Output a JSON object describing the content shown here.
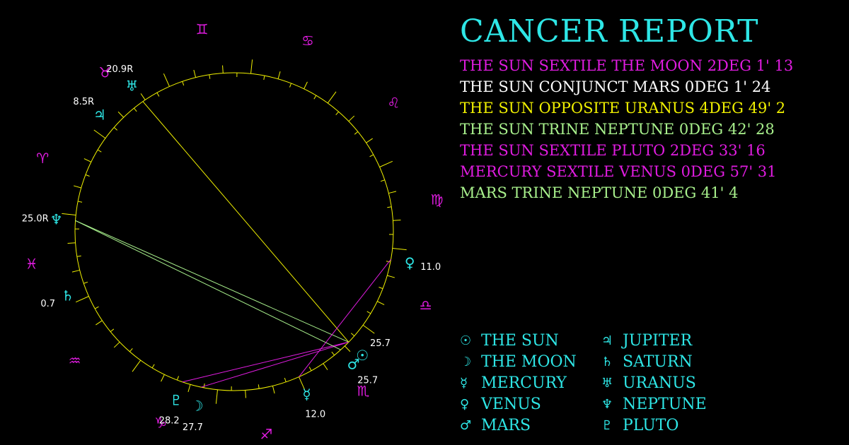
{
  "report_title": "CANCER REPORT",
  "aspects": [
    {
      "text": "THE SUN SEXTILE THE MOON 2DEG 1' 13",
      "color": "#e01ce0"
    },
    {
      "text": "THE SUN CONJUNCT MARS 0DEG 1' 24",
      "color": "#ffffff"
    },
    {
      "text": "THE SUN OPPOSITE URANUS 4DEG 49' 2",
      "color": "#f0f000"
    },
    {
      "text": "THE SUN TRINE NEPTUNE 0DEG 42' 28",
      "color": "#a8f08c"
    },
    {
      "text": "THE SUN SEXTILE PLUTO 2DEG 33' 16",
      "color": "#e01ce0"
    },
    {
      "text": "MERCURY SEXTILE VENUS 0DEG 57' 31",
      "color": "#e01ce0"
    },
    {
      "text": "MARS TRINE NEPTUNE 0DEG 41' 4",
      "color": "#a8f08c"
    }
  ],
  "legend": [
    {
      "symbol": "☉",
      "name": "THE SUN",
      "icon": "sun-icon"
    },
    {
      "symbol": "☽",
      "name": "THE MOON",
      "icon": "moon-icon"
    },
    {
      "symbol": "☿",
      "name": "MERCURY",
      "icon": "mercury-icon"
    },
    {
      "symbol": "♀",
      "name": "VENUS",
      "icon": "venus-icon"
    },
    {
      "symbol": "♂",
      "name": "MARS",
      "icon": "mars-icon"
    },
    {
      "symbol": "♃",
      "name": "JUPITER",
      "icon": "jupiter-icon"
    },
    {
      "symbol": "♄",
      "name": "SATURN",
      "icon": "saturn-icon"
    },
    {
      "symbol": "♅",
      "name": "URANUS",
      "icon": "uranus-icon"
    },
    {
      "symbol": "♆",
      "name": "NEPTUNE",
      "icon": "neptune-icon"
    },
    {
      "symbol": "♇",
      "name": "PLUTO",
      "icon": "pluto-icon"
    }
  ],
  "colors": {
    "background": "#000000",
    "wheel": "#f0f000",
    "planet_glyph": "#2ee6e6",
    "sign_glyph": "#e01ce0",
    "degree_label": "#ffffff"
  },
  "zodiac": [
    {
      "symbol": "♈",
      "name": "aries",
      "longitude": 0
    },
    {
      "symbol": "♉",
      "name": "taurus",
      "longitude": 30
    },
    {
      "symbol": "♊",
      "name": "gemini",
      "longitude": 60
    },
    {
      "symbol": "♋",
      "name": "cancer",
      "longitude": 90
    },
    {
      "symbol": "♌",
      "name": "leo",
      "longitude": 120
    },
    {
      "symbol": "♍",
      "name": "virgo",
      "longitude": 150
    },
    {
      "symbol": "♎",
      "name": "libra",
      "longitude": 180
    },
    {
      "symbol": "♏",
      "name": "scorpio",
      "longitude": 210
    },
    {
      "symbol": "♐",
      "name": "sagittarius",
      "longitude": 240
    },
    {
      "symbol": "♑",
      "name": "capricorn",
      "longitude": 270
    },
    {
      "symbol": "♒",
      "name": "aquarius",
      "longitude": 300
    },
    {
      "symbol": "♓",
      "name": "pisces",
      "longitude": 330
    }
  ],
  "planets": [
    {
      "id": "sun",
      "symbol": "☉",
      "degree": "",
      "longitude": 218
    },
    {
      "id": "mars",
      "symbol": "♂",
      "degree": "25.7",
      "longitude": 222
    },
    {
      "id": "mercury",
      "symbol": "☿",
      "degree": "12.0",
      "longitude": 240
    },
    {
      "id": "venus",
      "symbol": "♀",
      "degree": "11.0",
      "longitude": 184
    },
    {
      "id": "moon",
      "symbol": "☽",
      "degree": "27.7",
      "longitude": 276
    },
    {
      "id": "pluto",
      "symbol": "♇",
      "degree": "28.2",
      "longitude": 283
    },
    {
      "id": "saturn",
      "symbol": "♄",
      "degree": "0.7",
      "longitude": 333
    },
    {
      "id": "neptune",
      "symbol": "♆",
      "degree": "25.0R",
      "longitude": 358
    },
    {
      "id": "jupiter",
      "symbol": "♃",
      "degree": "8.5R",
      "longitude": 35
    },
    {
      "id": "uranus",
      "symbol": "♅",
      "degree": "20.9R",
      "longitude": 49
    }
  ],
  "sun_degree_label": "25.7",
  "aspect_lines": [
    {
      "from_longitude": 218,
      "to_longitude": 276,
      "color": "#e01ce0"
    },
    {
      "from_longitude": 218,
      "to_longitude": 283,
      "color": "#e01ce0"
    },
    {
      "from_longitude": 218,
      "to_longitude": 358,
      "color": "#a8f08c"
    },
    {
      "from_longitude": 222,
      "to_longitude": 358,
      "color": "#a8f08c"
    },
    {
      "from_longitude": 218,
      "to_longitude": 49,
      "color": "#f0f000"
    },
    {
      "from_longitude": 240,
      "to_longitude": 184,
      "color": "#e01ce0"
    }
  ]
}
